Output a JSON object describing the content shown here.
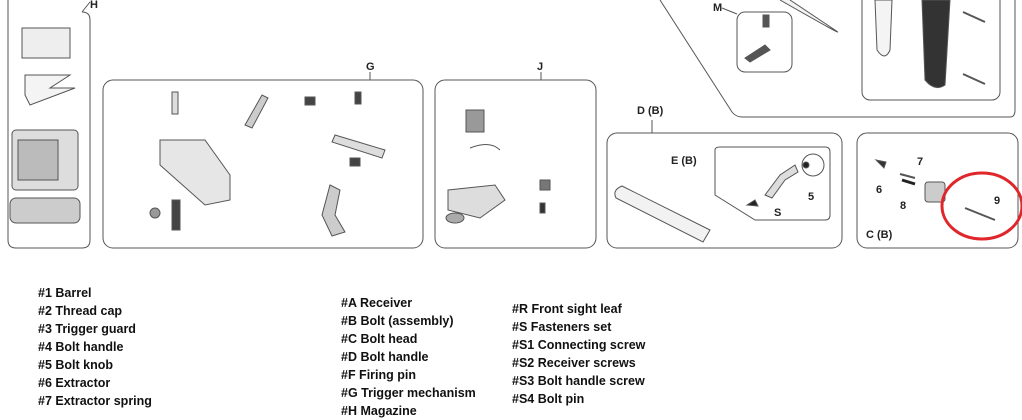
{
  "diagram": {
    "callouts": {
      "H": "H",
      "G": "G",
      "J": "J",
      "M": "M",
      "D": "D (B)",
      "E": "E (B)",
      "C": "C (B)",
      "n5": "5",
      "S": "S",
      "n6": "6",
      "n7": "7",
      "n8": "8",
      "n9": "9"
    },
    "highlight_color": "#e0262b"
  },
  "legend": {
    "column1": [
      "#1 Barrel",
      "#2 Thread cap",
      "#3 Trigger guard",
      "#4 Bolt handle",
      "#5 Bolt knob",
      "#6 Extractor",
      "#7 Extractor spring"
    ],
    "column2": [
      "#A Receiver",
      "#B Bolt (assembly)",
      "#C Bolt head",
      "#D Bolt handle",
      "#F Firing pin",
      "#G Trigger mechanism",
      "#H Magazine"
    ],
    "column3": [
      "#R Front sight leaf",
      "#S Fasteners set",
      "#S1 Connecting screw",
      "#S2 Receiver screws",
      "#S3 Bolt handle screw",
      "#S4 Bolt pin"
    ]
  }
}
